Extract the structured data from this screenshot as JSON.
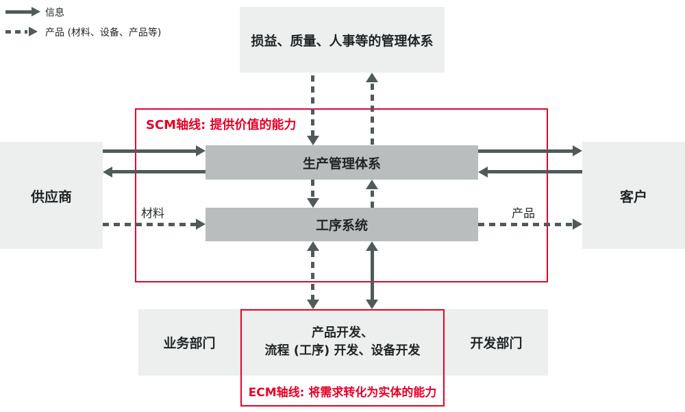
{
  "colors": {
    "accent_red": "#e60027",
    "arrow_gray": "#515a5a",
    "bar_gray": "#b9bdbd",
    "panel_gray": "#edefef",
    "text_dark": "#1f2424",
    "background": "#ffffff"
  },
  "legend": {
    "info_label": "信息",
    "product_label": "产品 (材料、设备、产品等)"
  },
  "top_box": {
    "label": "损益、质量、人事等的管理体系"
  },
  "scm": {
    "title": "SCM轴线: 提供价值的能力",
    "production_bar_label": "生产管理体系",
    "process_bar_label": "工序系统"
  },
  "left": {
    "supplier_label": "供应商",
    "material_flow_label": "材料"
  },
  "right": {
    "customer_label": "客户",
    "product_flow_label": "产品"
  },
  "bottom": {
    "business_dept_label": "业务部门",
    "dev_dept_label": "开发部门",
    "dev_box_line1": "产品开发、",
    "dev_box_line2": "流程 (工序) 开发、设备开发",
    "ecm_title": "ECM轴线: 将需求转化为实体的能力"
  }
}
